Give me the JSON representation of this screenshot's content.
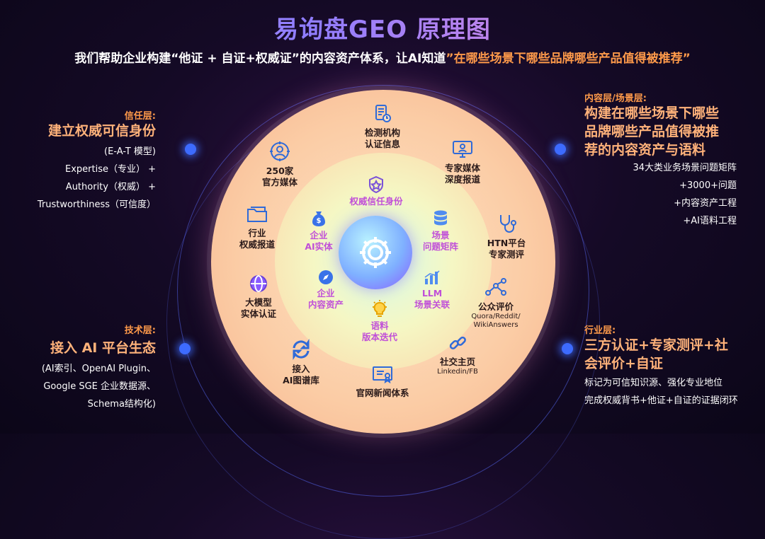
{
  "title": "易询盘GEO 原理图",
  "subtitle": {
    "prefix": "我们帮助企业构建“他证 + 自证+权威证”的内容资产体系，让AI知道",
    "highlight": "”在哪些场景下哪些品牌哪些产品值得被推荐”"
  },
  "left_top": {
    "caption": "信任层:",
    "heading": "建立权威可信身份",
    "model": "(E-A-T 模型)",
    "lines": [
      "Expertise（专业） +",
      "Authority（权威） +",
      "Trustworthiness（可信度）"
    ]
  },
  "left_bottom": {
    "caption": "技术层:",
    "heading": "接入 AI 平台生态",
    "lines": [
      "(AI索引、OpenAI Plugin、",
      "Google SGE 企业数据源、",
      "Schema结构化)"
    ]
  },
  "right_top": {
    "caption": "内容层/场景层:",
    "heading_lines": [
      "构建在哪些场景下哪些",
      "品牌哪些产品值得被推",
      "荐的内容资产与语料"
    ],
    "lines": [
      "34大类业务场景问题矩阵",
      "+3000+问题",
      "+内容资产工程",
      "+AI语料工程"
    ]
  },
  "right_bottom": {
    "caption": "行业层:",
    "heading_lines": [
      "三方认证+专家测评+社",
      "会评价+自证"
    ],
    "lines": [
      "标记为可信知识源、强化专业地位",
      "完成权威背书+他证+自证的证据闭环"
    ]
  },
  "outer_nodes": {
    "n1": {
      "l1": "检测机构",
      "l2": "认证信息",
      "icon": "document-clock-icon"
    },
    "n2": {
      "l1": "专家媒体",
      "l2": "深度报道",
      "icon": "monitor-person-icon"
    },
    "n3": {
      "l1": "HTN平台",
      "l2": "专家测评",
      "icon": "stethoscope-icon"
    },
    "n4": {
      "l1": "公众评价",
      "small": "Quora/Reddit/",
      "small2": "WikiAnswers",
      "icon": "network-icon"
    },
    "n5": {
      "l1": "社交主页",
      "small": "Linkedin/FB",
      "icon": "link-icon"
    },
    "n6": {
      "l1": "官网新闻体系",
      "icon": "certificate-icon"
    },
    "n7": {
      "l1": "接入",
      "l2": "AI图谱库",
      "icon": "sync-icon"
    },
    "n8": {
      "l1": "大模型",
      "l2": "实体认证",
      "icon": "globe-icon"
    },
    "n9": {
      "l1": "行业",
      "l2": "权威报道",
      "icon": "folder-icon"
    },
    "n10": {
      "l1": "250家",
      "l2": "官方媒体",
      "icon": "user-target-icon"
    }
  },
  "inner_nodes": {
    "i1": {
      "l1": "权威信任身份",
      "icon": "star-shield-icon"
    },
    "i2": {
      "l1": "场景",
      "l2": "问题矩阵",
      "icon": "database-icon"
    },
    "i3": {
      "l1": "LLM",
      "l2": "场景关联",
      "icon": "bar-chart-icon"
    },
    "i4": {
      "l1": "语料",
      "l2": "版本迭代",
      "icon": "lightbulb-icon"
    },
    "i5": {
      "l1": "企业",
      "l2": "内容资产",
      "icon": "compass-icon"
    },
    "i6": {
      "l1": "企业",
      "l2": "AI实体",
      "icon": "money-bag-icon"
    }
  },
  "colors": {
    "accent_orange": "#ff9a4a",
    "inner_text": "#c04fd8",
    "orbit": "#3d6bff"
  }
}
